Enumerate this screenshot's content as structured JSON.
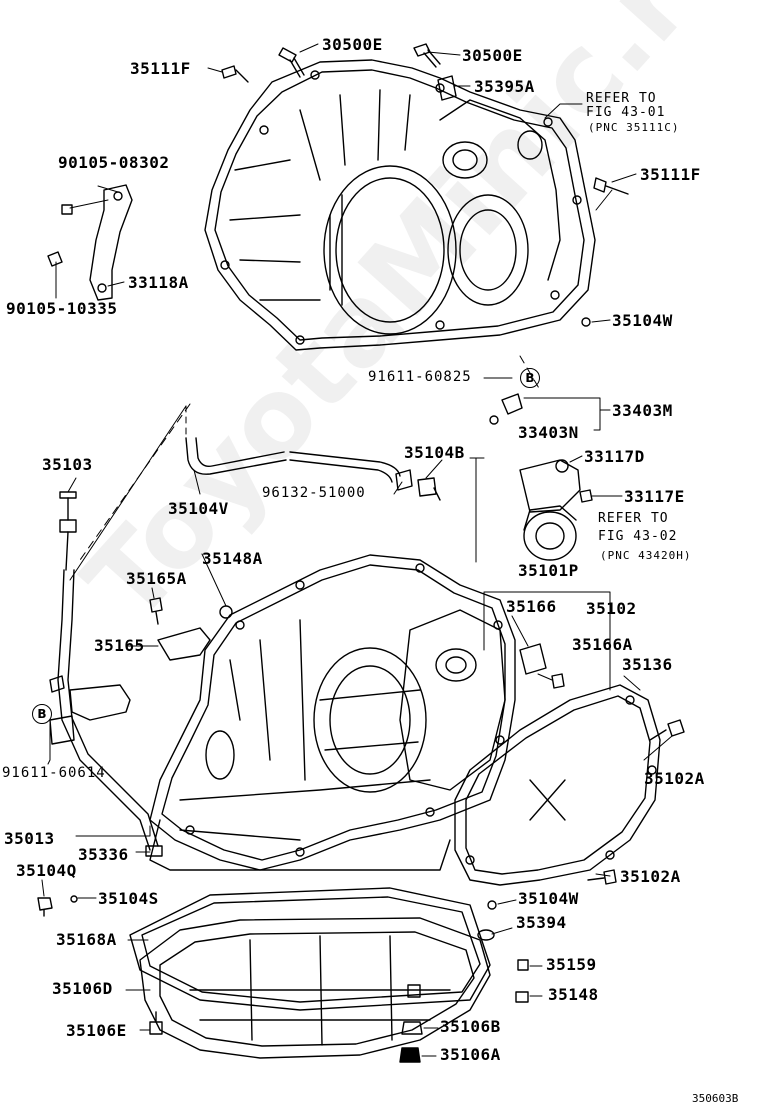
{
  "diagram": {
    "figure_code": "350603B",
    "watermark": "ToyotaMinic.ru",
    "ref_marker": "B",
    "parts": {
      "p30500e_a": "30500E",
      "p30500e_b": "30500E",
      "p35111f_a": "35111F",
      "p35395a": "35395A",
      "p35111f_b": "35111F",
      "p90105_08302": "90105-08302",
      "p33118a": "33118A",
      "p90105_10335": "90105-10335",
      "p35104w_a": "35104W",
      "p91611_60825": "91611-60825",
      "p33403m": "33403M",
      "p33403n": "33403N",
      "p35103": "35103",
      "p35104b": "35104B",
      "p33117d": "33117D",
      "p96132_51000": "96132-51000",
      "p35104v": "35104V",
      "p33117e": "33117E",
      "p35148a": "35148A",
      "p35165a": "35165A",
      "p35101p": "35101P",
      "p35166": "35166",
      "p35102": "35102",
      "p35165": "35165",
      "p35166a": "35166A",
      "p35136": "35136",
      "p91611_60614": "91611-60614",
      "p35102a_a": "35102A",
      "p35013": "35013",
      "p35336": "35336",
      "p35104q": "35104Q",
      "p35104s": "35104S",
      "p35102a_b": "35102A",
      "p35104w_b": "35104W",
      "p35394": "35394",
      "p35168a": "35168A",
      "p35159": "35159",
      "p35106d": "35106D",
      "p35148": "35148",
      "p35106e": "35106E",
      "p35106b": "35106B",
      "p35106a": "35106A"
    },
    "references": {
      "ref1_line1": "REFER TO",
      "ref1_line2": "FIG 43-01",
      "ref1_line3": "(PNC 35111C)",
      "ref2_line1": "REFER TO",
      "ref2_line2": "FIG 43-02",
      "ref2_line3": "(PNC 43420H)"
    }
  }
}
